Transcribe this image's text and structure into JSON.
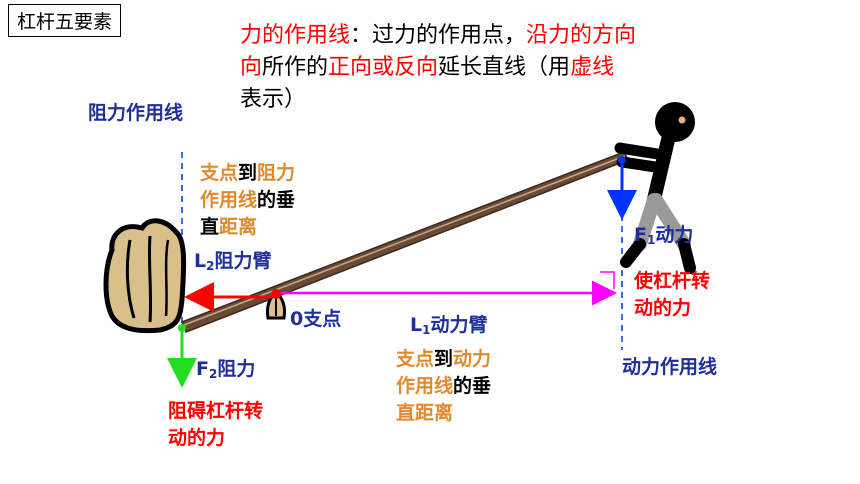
{
  "title": "杠杆五要素",
  "definition": {
    "term": "力的作用线",
    "colon": "：",
    "part1": "过力的作用点，",
    "part2": "沿力的方向",
    "part3": "所作的",
    "part4": "正向或反向",
    "part5": "延长直线（用",
    "part6": "虚线",
    "part7": "表示）"
  },
  "labels": {
    "resistance_line": "阻力作用线",
    "l2_desc": {
      "a": "支点",
      "b": "到",
      "c": "阻力",
      "d": "作用线",
      "e": "的垂",
      "f": "直",
      "g": "距离"
    },
    "l2": {
      "letter": "L",
      "sub": "2",
      "text": "阻力臂"
    },
    "fulcrum": "0支点",
    "l1": {
      "letter": "L",
      "sub": "1",
      "text": "动力臂"
    },
    "l1_desc": {
      "a": "支点",
      "b": "到",
      "c": "动力",
      "d": "作用线",
      "e": "的垂",
      "f": "直距离"
    },
    "f1": {
      "letter": "F",
      "sub": "1",
      "text": "动力"
    },
    "f1_desc": [
      "使杠杆转",
      "动的力"
    ],
    "effort_line": "动力作用线",
    "f2": {
      "letter": "F",
      "sub": "2",
      "text": "阻力"
    },
    "f2_desc": [
      "阻碍杠杆转",
      "动的力"
    ]
  },
  "colors": {
    "red": "#ff0000",
    "navy": "#1f2f9a",
    "orange": "#e08a2e",
    "magenta": "#ff00ff",
    "blue_arrow": "#0033ff",
    "green_arrow": "#22dd22",
    "dashed_line": "#3a6fd8",
    "lever": "#6b4a35"
  }
}
